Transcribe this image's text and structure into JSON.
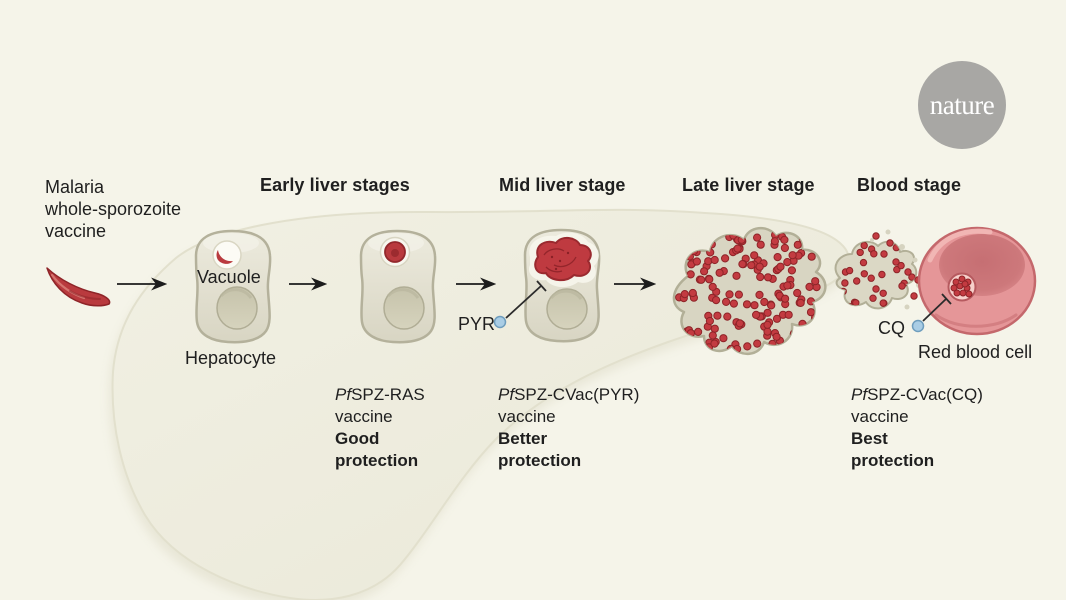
{
  "palette": {
    "background": "#f5f4e9",
    "liver": "#efeee0",
    "liver_edge": "#e2e0cd",
    "cell_fill": "#e3e1d1",
    "cell_edge": "#b4b19b",
    "nucleus": "#cfccb5",
    "parasite_red": "#b93a3e",
    "parasite_dark": "#8e2428",
    "rbc_pink": "#e59698",
    "rbc_rim": "#c4686c",
    "drug_blue": "#a9cde5",
    "drug_blue_edge": "#6e9dbd",
    "logo_gray": "#a8a7a4",
    "text": "#1f1f1f"
  },
  "logo": {
    "text": "nature"
  },
  "intro_label": "Malaria\nwhole-sporozoite\nvaccine",
  "stages": [
    {
      "label": "Early liver stages"
    },
    {
      "label": "Mid liver stage"
    },
    {
      "label": "Late liver stage"
    },
    {
      "label": "Blood stage"
    }
  ],
  "callouts": {
    "vacuole": "Vacuole",
    "hepatocyte": "Hepatocyte",
    "pyr": "PYR",
    "cq": "CQ",
    "red_blood_cell": "Red blood cell"
  },
  "vaccines": [
    {
      "italic": "Pf",
      "name": "SPZ-RAS",
      "line2": "vaccine",
      "grade1": "Good",
      "grade2": "protection"
    },
    {
      "italic": "Pf",
      "name": "SPZ-CVac(PYR)",
      "line2": "vaccine",
      "grade1": "Better",
      "grade2": "protection"
    },
    {
      "italic": "Pf",
      "name": "SPZ-CVac(CQ)",
      "line2": "vaccine",
      "grade1": "Best",
      "grade2": "protection"
    }
  ]
}
